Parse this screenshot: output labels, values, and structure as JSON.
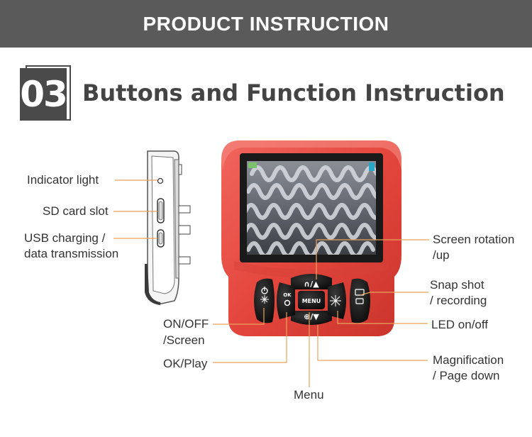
{
  "header": {
    "title": "PRODUCT INSTRUCTION"
  },
  "section": {
    "number": "03",
    "title": "Buttons and Function Instruction"
  },
  "buttons": {
    "rotate": "∩/▲",
    "ok": "OK",
    "menu": "MENU",
    "zoom": "⊕/▼"
  },
  "labels": {
    "indicator_light": "Indicator light",
    "sd_card_slot": "SD card slot",
    "usb_line1": "USB charging /",
    "usb_line2": "data transmission",
    "screen_rotation_line1": "Screen rotation",
    "screen_rotation_line2": "/up",
    "snap_line1": "Snap shot",
    "snap_line2": "/ recording",
    "led": "LED on/off",
    "onoff_line1": "ON/OFF",
    "onoff_line2": "/Screen",
    "okplay": "OK/Play",
    "magnification_line1": "Magnification",
    "magnification_line2": "/ Page down",
    "menu": "Menu"
  }
}
